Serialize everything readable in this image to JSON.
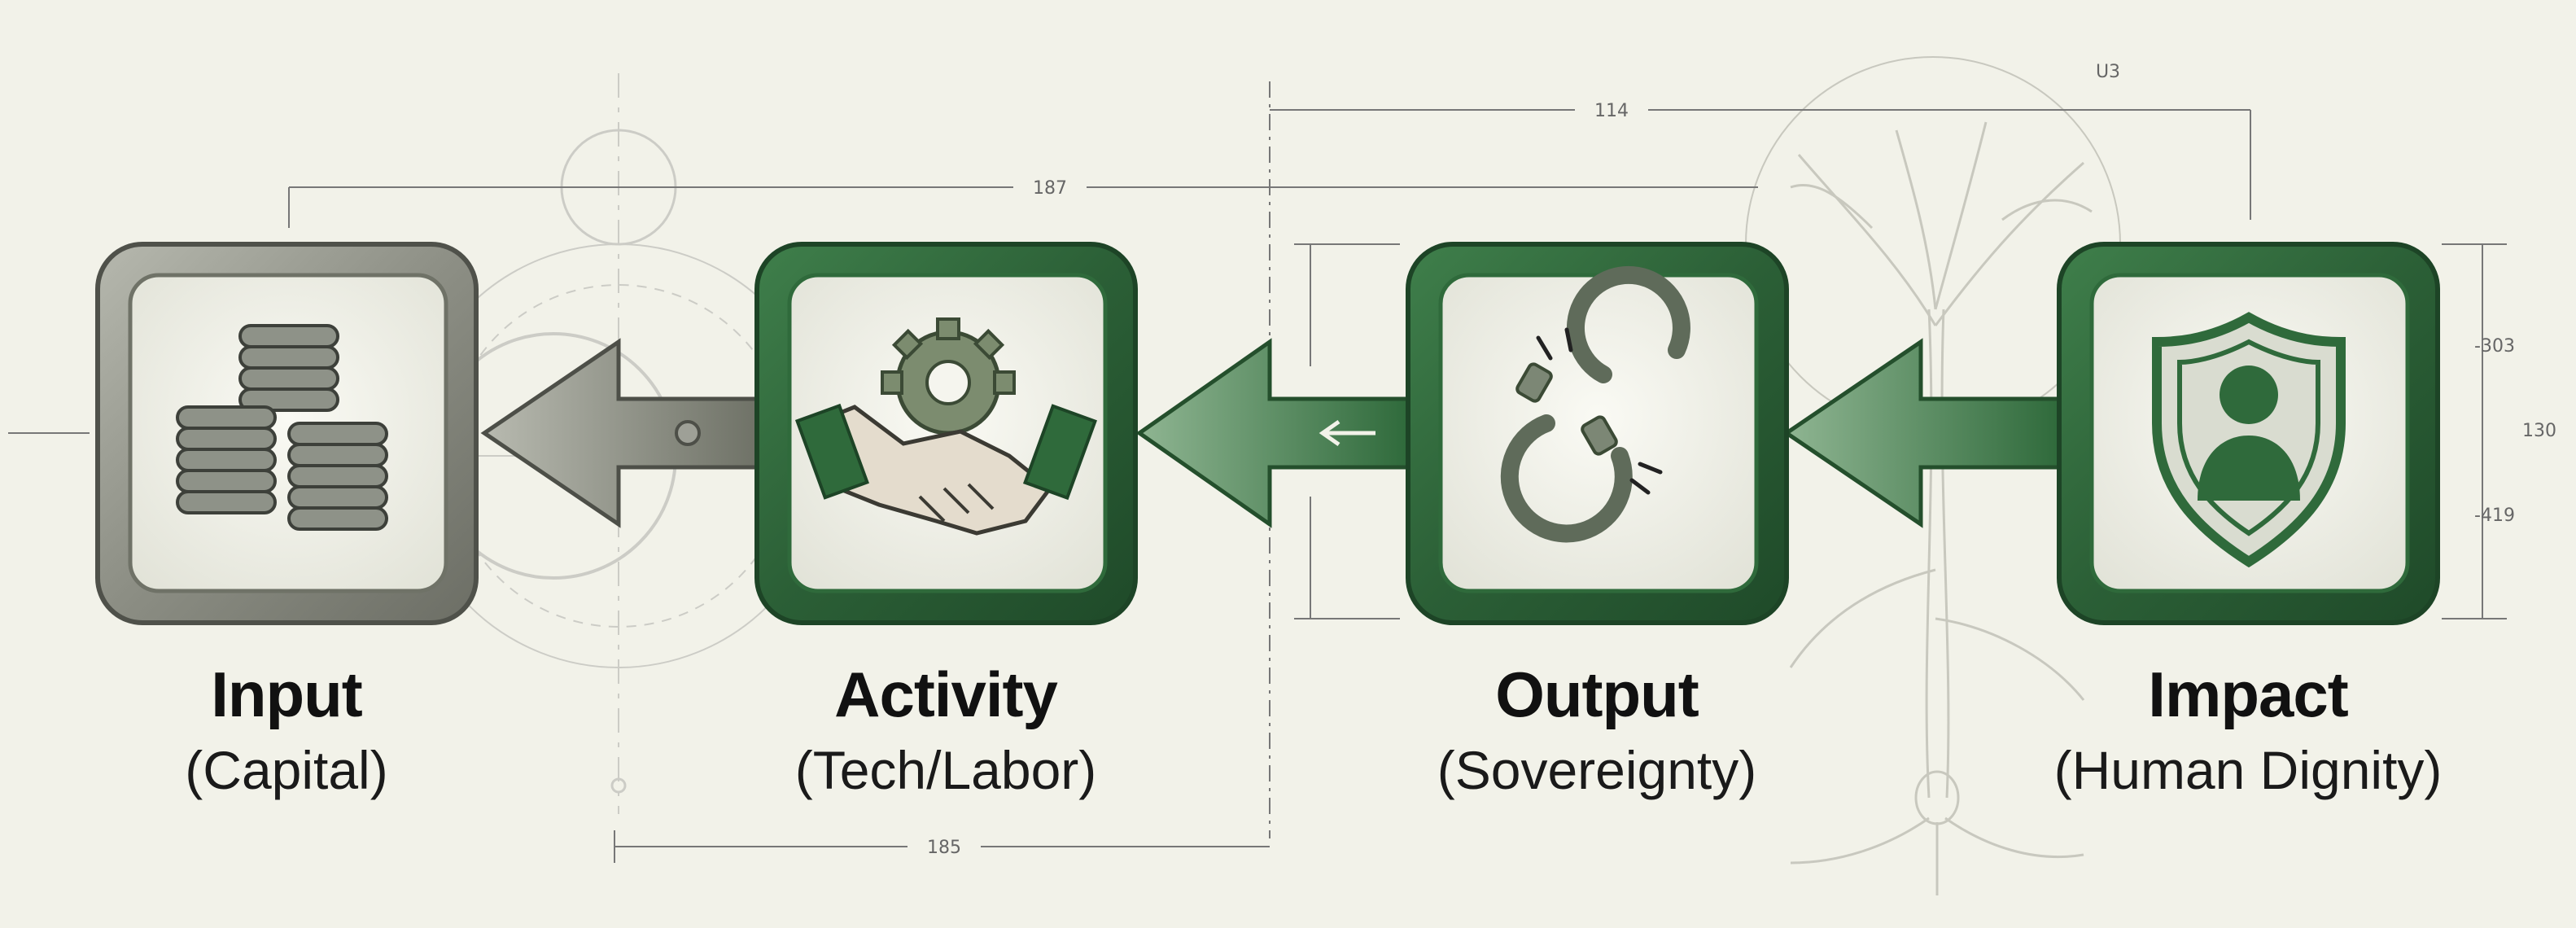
{
  "stages": [
    {
      "title": "Input",
      "subtitle": "(Capital)",
      "icon": "coins-stack-icon",
      "color": "#6f7267"
    },
    {
      "title": "Activity",
      "subtitle": "(Tech/Labor)",
      "icon": "handshake-gear-icon",
      "color": "#2f6a3b"
    },
    {
      "title": "Output",
      "subtitle": "(Sovereignty)",
      "icon": "broken-shackle-icon",
      "color": "#2f6a3b"
    },
    {
      "title": "Impact",
      "subtitle": "(Human Dignity)",
      "icon": "shield-person-icon",
      "color": "#2f6a3b"
    }
  ],
  "dimensions": {
    "top_right": "114",
    "top_left": "187",
    "bottom": "185",
    "side_upper": "-303",
    "side_middle": "130",
    "side_lower": "-419",
    "corner": "U3"
  },
  "colors": {
    "green": "#2f6a3b",
    "green_light": "#7fa682",
    "grey": "#6f7267",
    "paper": "#f2f2e9"
  }
}
